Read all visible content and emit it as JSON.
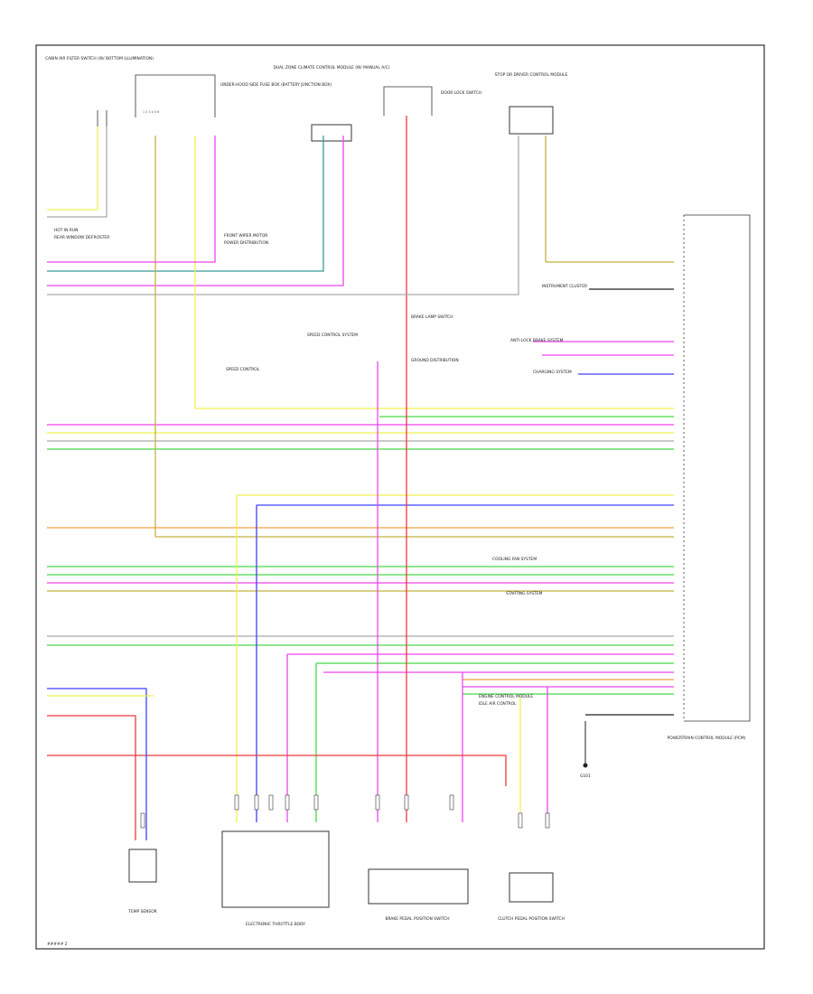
{
  "diagram": {
    "footer_code": "##### 2"
  },
  "colors": {
    "red": "#ee3b3b",
    "pink": "#ee44ee",
    "yellow": "#f0f050",
    "green": "#48d848",
    "blue": "#4040ff",
    "orange": "#f0a040",
    "teal": "#3a9a9a",
    "gray": "#aaaaaa",
    "tan": "#c8b040",
    "black": "#222222"
  },
  "labels": {
    "left_top_module": "CABIN AIR FILTER SWITCH (W/ BOTTOM ILLUMINATION)",
    "upper_left_module": "UNDER-HOOD SIDE FUSE BOX (BATTERY JUNCTION BOX)",
    "dual_zone": "DUAL ZONE CLIMATE CONTROL MODULE (W/ MANUAL A/C)",
    "mid_module": "DOOR LOCK SWITCH",
    "right_top_module": "STOP OR DRIVER CONTROL MODULE",
    "left_text_1": "HOT IN RUN",
    "left_text_2": "REAR WINDOW DEFROSTER",
    "left_text_3": "FRONT WIPER MOTOR",
    "left_text_4": "POWER DISTRIBUTION",
    "left_text_5": "SPEED CONTROL",
    "right_module_title": "POWERTRAIN CONTROL MODULE (PCM)",
    "bottom_1": "TEMP SENSOR",
    "bottom_2": "ELECTRONIC THROTTLE BODY",
    "bottom_3": "BRAKE PEDAL POSITION SWITCH",
    "bottom_4": "CLUTCH PEDAL POSITION SWITCH",
    "ground": "G101",
    "mid_text_1": "SPEED CONTROL SYSTEM",
    "mid_text_2": "BRAKE LAMP SWITCH",
    "mid_text_3": "GROUND DISTRIBUTION",
    "right_text_1": "INSTRUMENT CLUSTER",
    "right_text_2": "ANTI-LOCK BRAKE SYSTEM",
    "right_text_3": "CHARGING SYSTEM",
    "right_text_4": "COOLING FAN SYSTEM",
    "right_text_5": "STARTING SYSTEM",
    "right_text_6": "ENGINE CONTROL MODULE",
    "right_text_7": "IDLE AIR CONTROL"
  }
}
